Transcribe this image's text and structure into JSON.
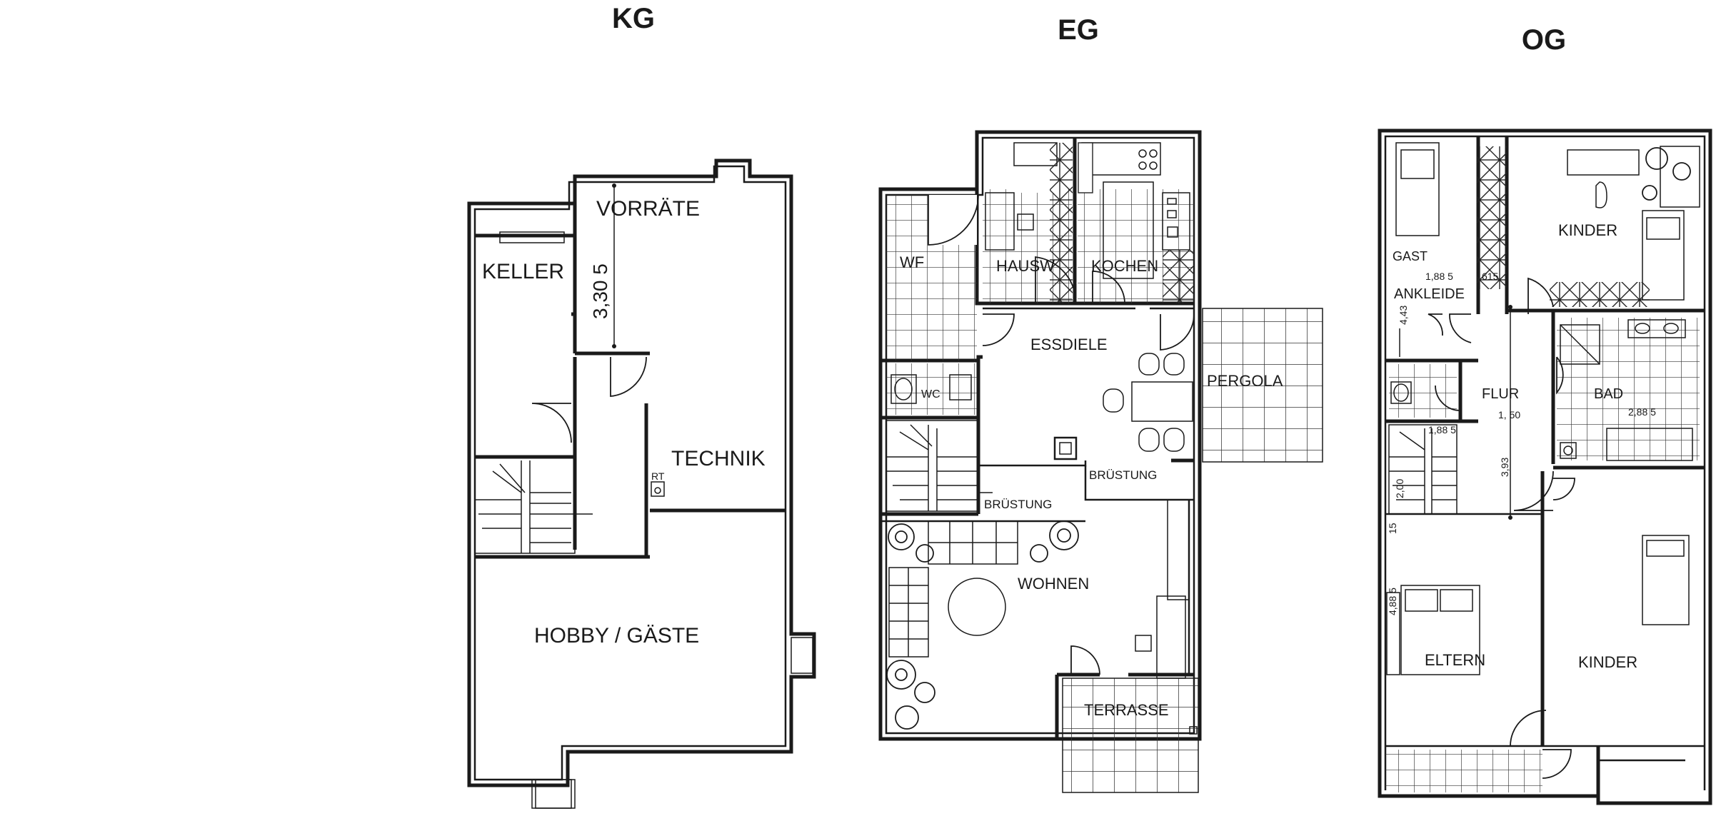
{
  "floors": {
    "kg": {
      "title": "KG",
      "rooms": {
        "vorraete": "VORRÄTE",
        "keller": "KELLER",
        "technik": "TECHNIK",
        "hobby": "HOBBY / GÄSTE",
        "rt": "RT"
      },
      "dimensions": {
        "height": "3,30 5"
      }
    },
    "eg": {
      "title": "EG",
      "rooms": {
        "wf": "WF",
        "hausw": "HAUSW",
        "kochen": "KOCHEN",
        "essdiele": "ESSDIELE",
        "pergola": "PERGOLA",
        "wc": "WC",
        "bruestung_1": "BRÜSTUNG",
        "bruestung_2": "BRÜSTUNG",
        "wohnen": "WOHNEN",
        "terrasse": "TERRASSE"
      }
    },
    "og": {
      "title": "OG",
      "rooms": {
        "gast": "GAST",
        "ankleide": "ANKLEIDE",
        "kinder_top": "KINDER",
        "flur": "FLUR",
        "bad": "BAD",
        "eltern": "ELTERN",
        "kinder_bottom": "KINDER"
      },
      "dimensions": {
        "d1": "1,88 5",
        "d2": "4,43",
        "d3": "1, 50",
        "d4": "2,88 5",
        "d5": "3,93",
        "d6": "1,88 5",
        "d7": "2,00",
        "d8": "4,88 5",
        "d9": "615",
        "d10": "15"
      }
    }
  }
}
